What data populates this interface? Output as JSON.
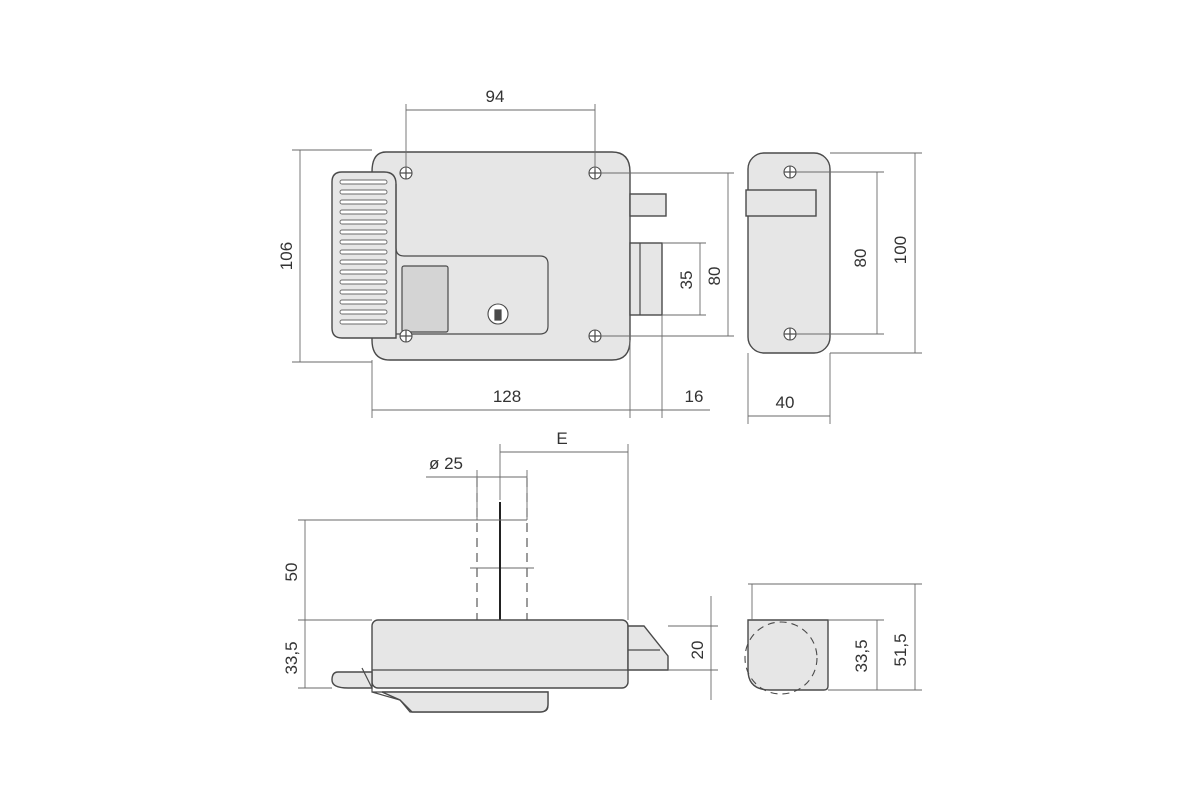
{
  "dimensions": {
    "front_hole_spacing_horizontal": "94",
    "front_height": "106",
    "front_bolt_height": "35",
    "front_hole_spacing_vertical": "80",
    "front_width": "128",
    "bolt_projection": "16",
    "keeper_hole_spacing": "80",
    "keeper_height": "100",
    "keeper_width": "40",
    "backset": "E",
    "cylinder_diameter": "ø 25",
    "cylinder_length": "50",
    "case_depth": "33,5",
    "bolt_thickness": "20",
    "keeper_depth": "33,5",
    "keeper_total_depth": "51,5"
  },
  "colors": {
    "body": "#e6e6e6",
    "outline": "#4a4a4a",
    "dimension_line": "#6a6a6a",
    "text": "#333333"
  }
}
